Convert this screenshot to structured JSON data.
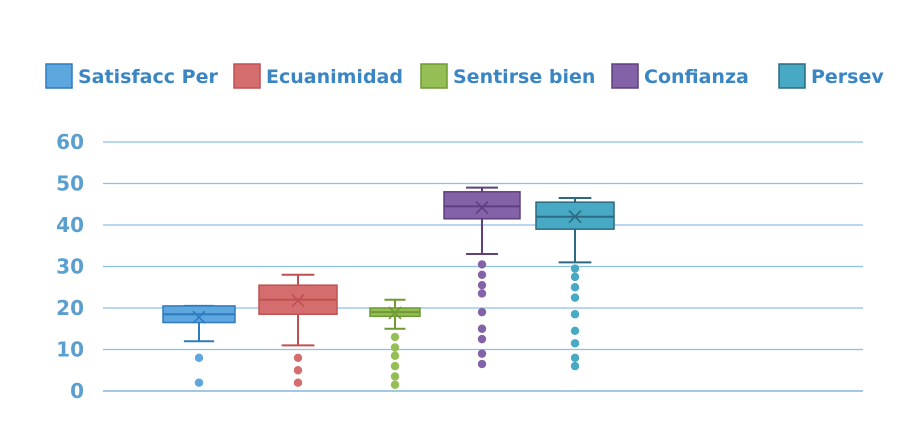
{
  "chart_data": {
    "type": "box",
    "title": "",
    "xlabel": "",
    "ylabel": "",
    "ylim": [
      0,
      60
    ],
    "yticks": [
      "0",
      "10",
      "20",
      "30",
      "40",
      "50",
      "60"
    ],
    "grid": true,
    "legend_position": "top",
    "series": [
      {
        "name": "Satisfacc Per",
        "color": "#5ea7de",
        "edge": "#2e7bbf",
        "whisker_low": 12,
        "q1": 16.5,
        "median": 18.5,
        "q3": 20.5,
        "whisker_high": 20.5,
        "mean": 17.8,
        "outliers": [
          8,
          2
        ]
      },
      {
        "name": "Ecuanimidad",
        "color": "#d46e6e",
        "edge": "#c05050",
        "whisker_low": 11,
        "q1": 18.5,
        "median": 22,
        "q3": 25.5,
        "whisker_high": 28,
        "mean": 21.8,
        "outliers": [
          8,
          5,
          2
        ]
      },
      {
        "name": "Sentirse bien",
        "color": "#95bf55",
        "edge": "#6e9a35",
        "whisker_low": 15,
        "q1": 18,
        "median": 19,
        "q3": 20,
        "whisker_high": 22,
        "mean": 18.8,
        "outliers": [
          13,
          10.5,
          8.5,
          6,
          3.5,
          1.5
        ]
      },
      {
        "name": "Confianza",
        "color": "#8462a8",
        "edge": "#5e4080",
        "whisker_low": 33,
        "q1": 41.5,
        "median": 44.5,
        "q3": 48,
        "whisker_high": 49,
        "mean": 44.2,
        "outliers": [
          30.5,
          28,
          25.5,
          23.5,
          19,
          15,
          12.5,
          9,
          6.5
        ]
      },
      {
        "name": "Persev",
        "color": "#47a9c3",
        "edge": "#2b6a80",
        "whisker_low": 31,
        "q1": 39,
        "median": 42,
        "q3": 45.5,
        "whisker_high": 46.5,
        "mean": 42,
        "outliers": [
          29.5,
          27.5,
          25,
          22.5,
          18.5,
          14.5,
          11.5,
          8,
          6
        ]
      }
    ]
  }
}
